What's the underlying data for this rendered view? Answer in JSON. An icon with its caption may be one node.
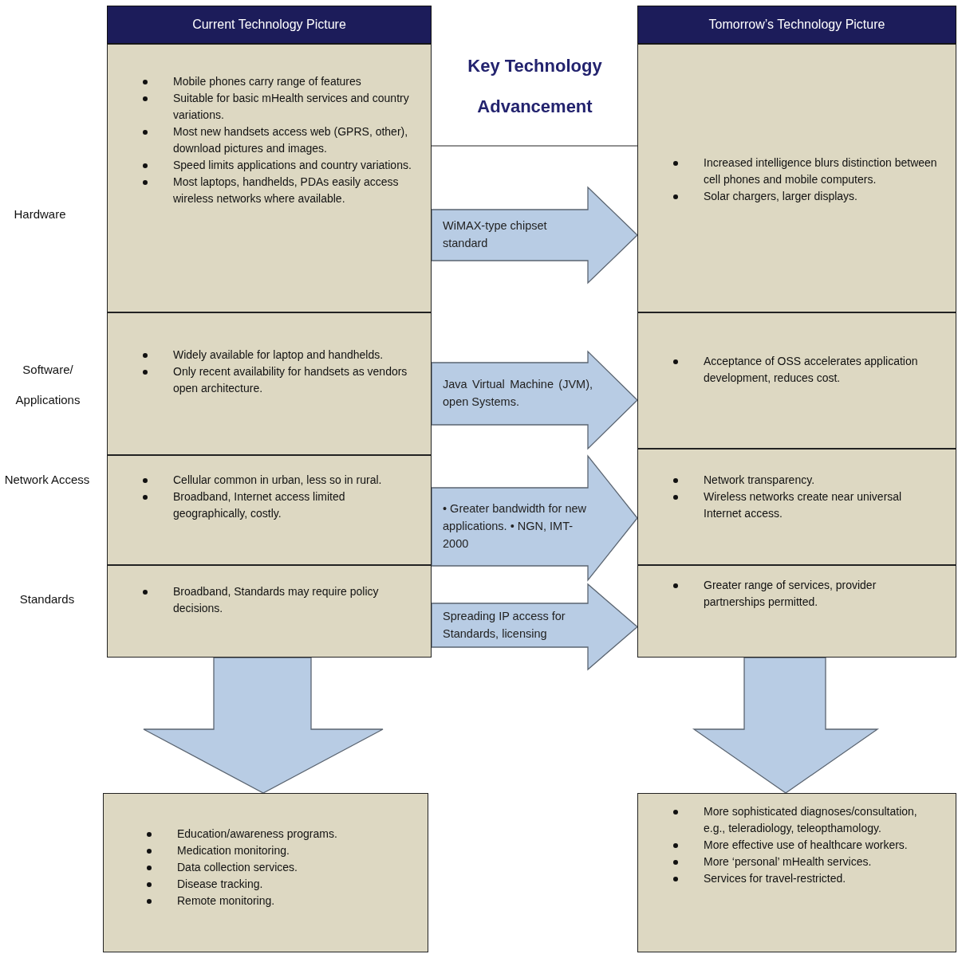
{
  "diagram": {
    "nodes": [
      {
        "text": [
          "Current Technology Picture"
        ]
      },
      {
        "text": [
          "Mobile phones carry range of features",
          "Suitable for basic mHealth services and country variations.",
          "Most new handsets access web (GPRS, other), download pictures and images.",
          "Speed limits applications and country variations.",
          "Most laptops, handhelds, PDAs easily access wireless networks where available."
        ]
      },
      {
        "text": [
          "Widely available for laptop and handhelds.",
          "Only recent availability for handsets as vendors open architecture."
        ]
      },
      {
        "text": [
          "Cellular common in urban, less so in rural.",
          "Broadband, Internet access limited geographically, costly."
        ]
      },
      {
        "text": [
          "Broadband, Standards may require policy decisions."
        ]
      },
      {
        "text": [
          "Tomorrow’s Technology Picture"
        ]
      },
      {
        "text": [
          "Increased intelligence blurs distinction between cell phones and mobile computers.",
          "Solar chargers, larger displays."
        ]
      },
      {
        "text": [
          "Acceptance of OSS accelerates application development, reduces cost."
        ]
      },
      {
        "text": [
          "Network transparency.",
          "Wireless networks create near universal Internet access."
        ]
      },
      {
        "text": [
          "Greater range of services, provider partnerships permitted."
        ]
      },
      {
        "text": [
          "Education/awareness programs.",
          "Medication monitoring.",
          "Data collection services.",
          "Disease tracking.",
          "Remote monitoring."
        ]
      },
      {
        "text": [
          "More sophisticated diagnoses/consultation, e.g., teleradiology, teleopthamology.",
          "More effective use of healthcare workers.",
          "More ‘personal’ mHealth services.",
          "Services for travel-restricted."
        ]
      }
    ],
    "edges": [
      {
        "from": 1,
        "to": 6,
        "arrow": "to",
        "label": "WiMAX-type chipset standard"
      },
      {
        "from": 2,
        "to": 7,
        "arrow": "to",
        "label": "Java Virtual Machine (JVM), open Systems."
      },
      {
        "from": 3,
        "to": 8,
        "arrow": "to",
        "label": "• Greater bandwidth for new applications. • NGN, IMT-2000"
      },
      {
        "from": 4,
        "to": 9,
        "arrow": "to",
        "label": "Spreading IP access for Standards, licensing"
      },
      {
        "from": 4,
        "to": 10,
        "arrow": "to"
      },
      {
        "from": 9,
        "to": 11,
        "arrow": "to"
      }
    ],
    "labels": [
      "Key Technology Advancement",
      "Hardware",
      "Software/ Applications",
      "Network Access",
      "Standards"
    ]
  }
}
